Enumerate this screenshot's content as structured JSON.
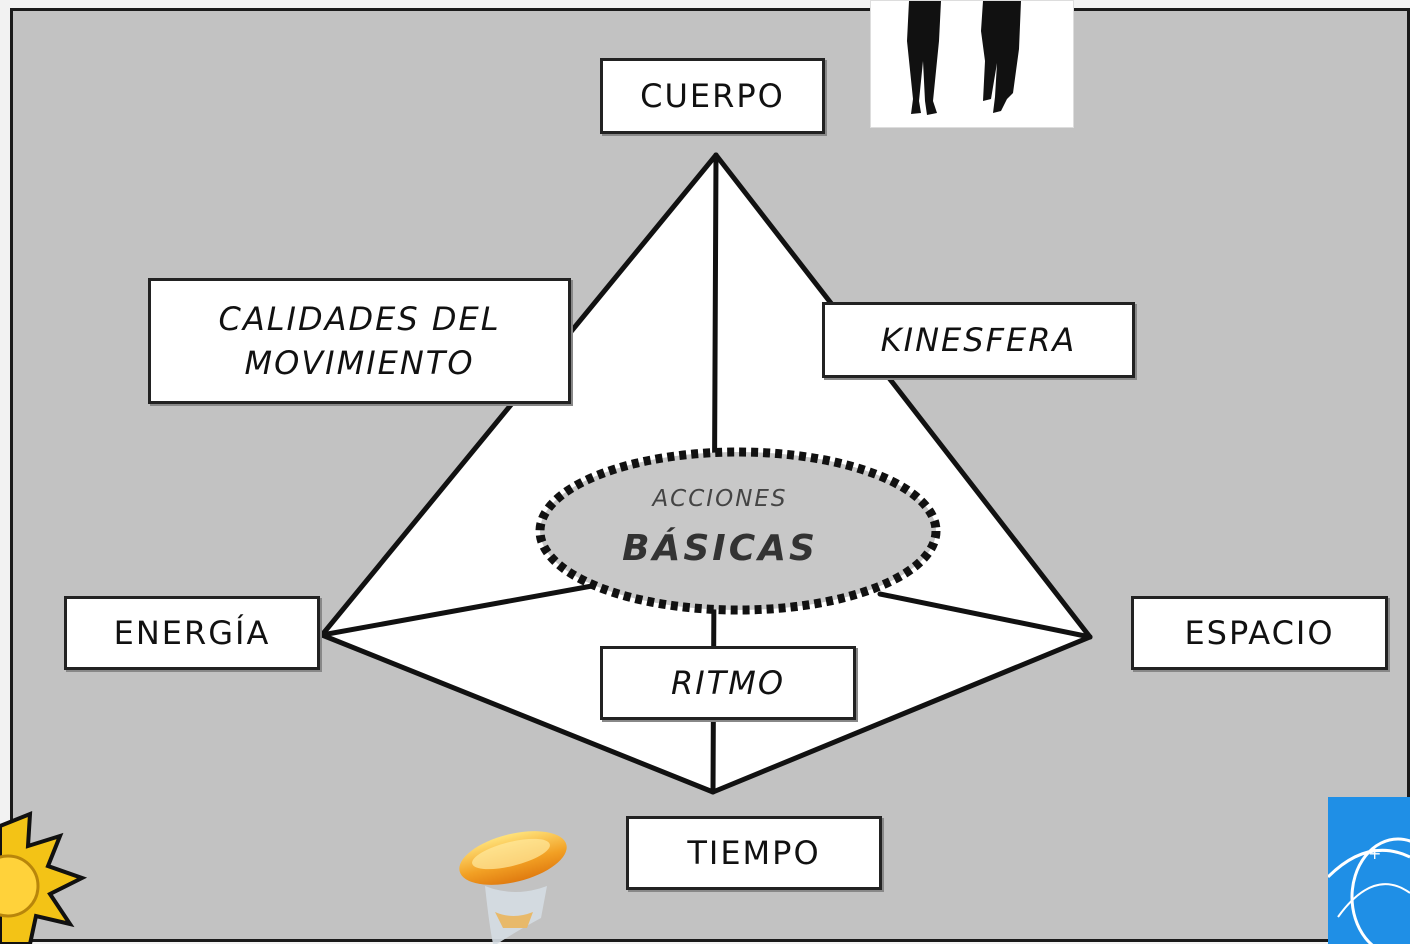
{
  "diagram": {
    "nodes": {
      "cuerpo": "CUERPO",
      "calidades_line1": "CALIDADES DEL",
      "calidades_line2": "MOVIMIENTO",
      "kinesfera": "KINESFERA",
      "energia": "ENERGÍA",
      "espacio": "ESPACIO",
      "ritmo": "RITMO",
      "tiempo": "TIEMPO"
    },
    "center": {
      "line1": "ACCIONES",
      "line2": "BÁSICAS"
    }
  },
  "decorations": {
    "photo_icon": "people-silhouette-icon",
    "sun_icon": "sun-icon",
    "hourglass_icon": "hourglass-icon",
    "globe_icon": "globe-icon"
  },
  "colors": {
    "background": "#c2c2c2",
    "lines": "#111111",
    "boxes": "#ffffff"
  }
}
